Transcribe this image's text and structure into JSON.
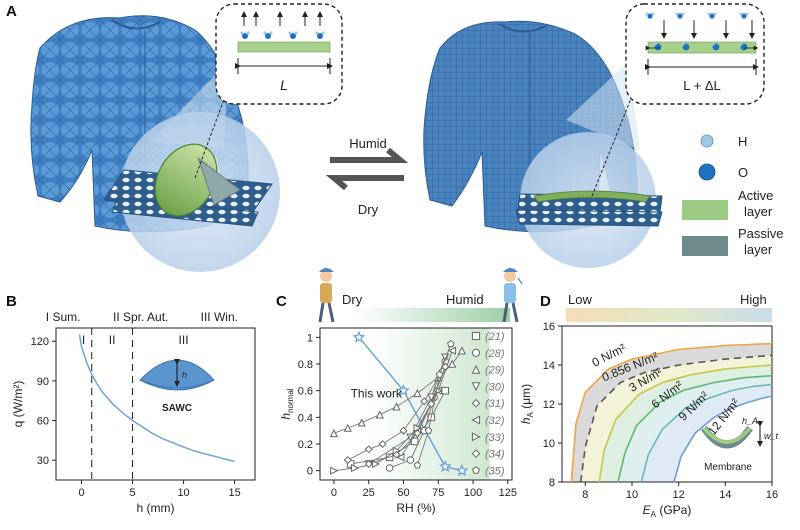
{
  "panel_a": {
    "label": "A",
    "length_label": "L",
    "length_label_humid": "L + ΔL",
    "arrow_top": "Humid",
    "arrow_bottom": "Dry",
    "legend": [
      {
        "key": "h",
        "label": "H",
        "color": "#9fc6e6"
      },
      {
        "key": "o",
        "label": "O",
        "color": "#1e72c0"
      },
      {
        "key": "active",
        "label": "Active layer",
        "line1": "Active",
        "line2": "layer",
        "color": "#9ccc83"
      },
      {
        "key": "passive",
        "label": "Passive layer",
        "line1": "Passive",
        "line2": "layer",
        "color": "#6e8a8c"
      }
    ]
  },
  "panel_b": {
    "label": "B",
    "seasons": [
      {
        "label": "I Sum.",
        "x": -1.8
      },
      {
        "label": "II Spr. Aut.",
        "x": 5.8
      },
      {
        "label": "III Win.",
        "x": 13.5
      }
    ],
    "regions": [
      {
        "label": "I",
        "x": 0.2
      },
      {
        "label": "II",
        "x": 3
      },
      {
        "label": "III",
        "x": 10
      }
    ],
    "inset_label": "SAWC",
    "inset_var": "h",
    "chart_data": {
      "type": "line",
      "xlabel": "h (mm)",
      "ylabel": "q (W/m²)",
      "xlim": [
        -2.5,
        17
      ],
      "ylim": [
        15,
        130
      ],
      "xticks": [
        0,
        5,
        10,
        15
      ],
      "yticks": [
        30,
        60,
        90,
        120
      ],
      "dividers": [
        1,
        5
      ],
      "x": [
        -0.2,
        0,
        0.5,
        1,
        1.5,
        2,
        3,
        4,
        5,
        6,
        7,
        8,
        9,
        10,
        11,
        12,
        13,
        14,
        15
      ],
      "y": [
        125,
        116,
        104,
        95,
        88,
        82,
        73,
        66,
        60,
        55,
        50,
        46,
        43,
        40,
        37,
        35,
        33,
        31,
        29
      ]
    }
  },
  "panel_c": {
    "label": "C",
    "dry_label": "Dry",
    "humid_label": "Humid",
    "this_work_label": "This work",
    "chart_data": {
      "type": "scatter",
      "xlabel": "RH (%)",
      "ylabel": "h_normal",
      "ylabel_main": "h",
      "ylabel_sub": "normal",
      "xlim": [
        -10,
        128
      ],
      "ylim": [
        -0.07,
        1.07
      ],
      "xticks": [
        0,
        25,
        50,
        75,
        100,
        125
      ],
      "yticks": [
        0.0,
        0.2,
        0.4,
        0.6,
        0.8,
        1.0
      ],
      "series": [
        {
          "name": "This work",
          "marker": "star",
          "x": [
            18,
            50,
            80,
            92
          ],
          "y": [
            1.0,
            0.6,
            0.03,
            0.0
          ]
        },
        {
          "name": "(21)",
          "marker": "square",
          "x": [
            12,
            40,
            58,
            70,
            80
          ],
          "y": [
            0.05,
            0.1,
            0.22,
            0.4,
            0.6
          ]
        },
        {
          "name": "(28)",
          "marker": "circle",
          "x": [
            40,
            55,
            65,
            72,
            80
          ],
          "y": [
            0.02,
            0.08,
            0.3,
            0.55,
            0.82
          ]
        },
        {
          "name": "(29)",
          "marker": "triangle-up",
          "x": [
            0,
            10,
            20,
            33,
            45,
            60,
            75,
            85,
            92
          ],
          "y": [
            0.28,
            0.32,
            0.36,
            0.42,
            0.48,
            0.58,
            0.7,
            0.8,
            0.9
          ]
        },
        {
          "name": "(30)",
          "marker": "triangle-down",
          "x": [
            25,
            55,
            70,
            80
          ],
          "y": [
            0.05,
            0.25,
            0.55,
            0.85
          ]
        },
        {
          "name": "(31)",
          "marker": "diamond",
          "x": [
            10,
            25,
            35,
            50,
            65,
            78
          ],
          "y": [
            0.08,
            0.16,
            0.2,
            0.3,
            0.52,
            0.75
          ]
        },
        {
          "name": "(32)",
          "marker": "triangle-left",
          "x": [
            48,
            60,
            75,
            85
          ],
          "y": [
            0.1,
            0.3,
            0.6,
            0.9
          ]
        },
        {
          "name": "(33)",
          "marker": "triangle-right",
          "x": [
            0,
            15,
            30,
            45,
            60,
            75
          ],
          "y": [
            0.0,
            0.02,
            0.05,
            0.15,
            0.32,
            0.6
          ]
        },
        {
          "name": "(34)",
          "marker": "diamond",
          "x": [
            25,
            45,
            60,
            70,
            80
          ],
          "y": [
            0.05,
            0.12,
            0.28,
            0.5,
            0.78
          ]
        },
        {
          "name": "(35)",
          "marker": "pentagon",
          "x": [
            60,
            68,
            76,
            84
          ],
          "y": [
            0.04,
            0.3,
            0.72,
            0.95
          ]
        }
      ]
    }
  },
  "panel_d": {
    "label": "D",
    "low_label": "Low",
    "high_label": "High",
    "inset_label": "Membrane",
    "inset_var_h": "h_A",
    "inset_var_w": "w_t",
    "chart_data": {
      "type": "line",
      "xlabel": "E_A (GPa)",
      "xlabel_main": "E",
      "xlabel_sub": "A",
      "xlabel_unit": " (GPa)",
      "ylabel": "h_A (μm)",
      "ylabel_main": "h",
      "ylabel_sub": "A",
      "ylabel_unit": " (μm)",
      "xlim": [
        7,
        16
      ],
      "ylim": [
        8,
        16
      ],
      "xticks": [
        8,
        10,
        12,
        14,
        16
      ],
      "yticks": [
        8,
        10,
        12,
        14,
        16
      ],
      "series": [
        {
          "name": "0 N/m²",
          "color": "#f0a442",
          "x": [
            7.4,
            7.6,
            8.0,
            9.0,
            10.0,
            12.0,
            14.0,
            16.0
          ],
          "y": [
            8.0,
            11.0,
            12.6,
            13.8,
            14.3,
            14.8,
            15.0,
            15.1
          ]
        },
        {
          "name": "0.856 N/m²",
          "color": "#555555",
          "dashed": true,
          "x": [
            7.8,
            8.0,
            8.5,
            9.5,
            10.5,
            12.0,
            14.0,
            16.0
          ],
          "y": [
            8.0,
            9.8,
            11.9,
            13.1,
            13.6,
            14.0,
            14.3,
            14.5
          ]
        },
        {
          "name": "3 N/m²",
          "color": "#c2c84a",
          "x": [
            8.6,
            8.8,
            9.3,
            10.3,
            11.3,
            12.5,
            14.0,
            16.0
          ],
          "y": [
            8.0,
            9.6,
            11.2,
            12.5,
            13.1,
            13.5,
            13.8,
            14.0
          ]
        },
        {
          "name": "6 N/m²",
          "color": "#5eb870",
          "x": [
            9.4,
            9.7,
            10.2,
            11.2,
            12.2,
            13.5,
            14.8,
            16.0
          ],
          "y": [
            8.0,
            9.5,
            10.9,
            12.1,
            12.7,
            13.1,
            13.35,
            13.45
          ]
        },
        {
          "name": "9 N/m²",
          "color": "#6cb8b6",
          "x": [
            10.4,
            10.7,
            11.3,
            12.3,
            13.3,
            14.3,
            15.2,
            16.0
          ],
          "y": [
            8.0,
            9.4,
            10.7,
            11.8,
            12.3,
            12.7,
            12.9,
            13.0
          ]
        },
        {
          "name": "12 N/m²",
          "color": "#6f9fcf",
          "x": [
            11.8,
            12.1,
            12.7,
            13.5,
            14.3,
            15.0,
            15.6,
            16.0
          ],
          "y": [
            8.0,
            9.3,
            10.5,
            11.3,
            11.8,
            12.1,
            12.3,
            12.4
          ]
        }
      ]
    }
  }
}
